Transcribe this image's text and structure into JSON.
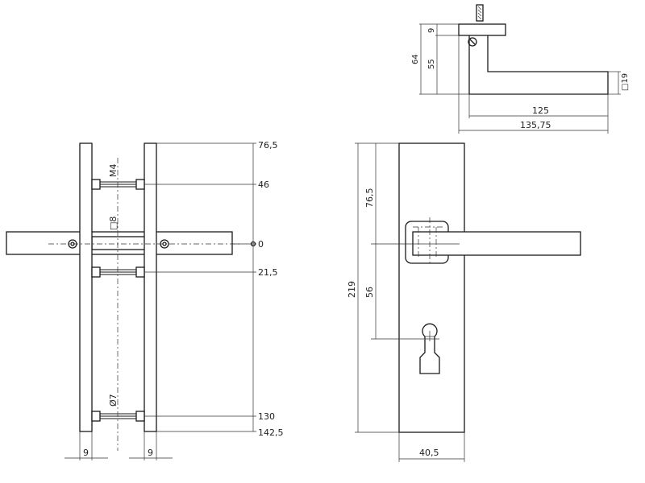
{
  "top_view": {
    "dims": {
      "d9": "9",
      "d64": "64",
      "d55": "55",
      "d19": "□19",
      "d125": "125",
      "d13575": "135,75"
    }
  },
  "side_view": {
    "dims": {
      "d765": "76,5",
      "d46": "46",
      "d0": "0",
      "d215": "21,5",
      "d130": "130",
      "d1425": "142,5",
      "w9a": "9",
      "w9b": "9",
      "m4": "M4",
      "sq8": "□8",
      "dia7": "Ø7"
    }
  },
  "front_view": {
    "dims": {
      "d765": "76,5",
      "d219": "219",
      "d56": "56",
      "d405": "40,5"
    }
  }
}
